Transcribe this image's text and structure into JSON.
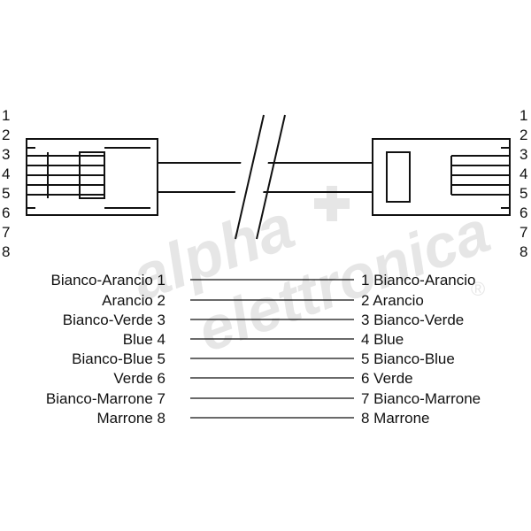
{
  "watermark": {
    "line1": "alpha",
    "line2": "elettronica",
    "mark": "®",
    "color": "#e6e6e6"
  },
  "connector_left": {
    "pins": [
      "1",
      "2",
      "3",
      "4",
      "5",
      "6",
      "7",
      "8"
    ]
  },
  "connector_right": {
    "pins": [
      "1",
      "2",
      "3",
      "4",
      "5",
      "6",
      "7",
      "8"
    ]
  },
  "wiring": {
    "left_labels": [
      "Bianco-Arancio 1",
      "Arancio 2",
      "Bianco-Verde 3",
      "Blue 4",
      "Bianco-Blue 5",
      "Verde 6",
      "Bianco-Marrone 7",
      "Marrone 8"
    ],
    "right_labels": [
      "1 Bianco-Arancio",
      "2 Arancio",
      "3 Bianco-Verde",
      "4 Blue",
      "5 Bianco-Blue",
      "6 Verde",
      "7 Bianco-Marrone",
      "8 Marrone"
    ]
  },
  "colors": {
    "stroke": "#111111",
    "background": "#ffffff"
  }
}
